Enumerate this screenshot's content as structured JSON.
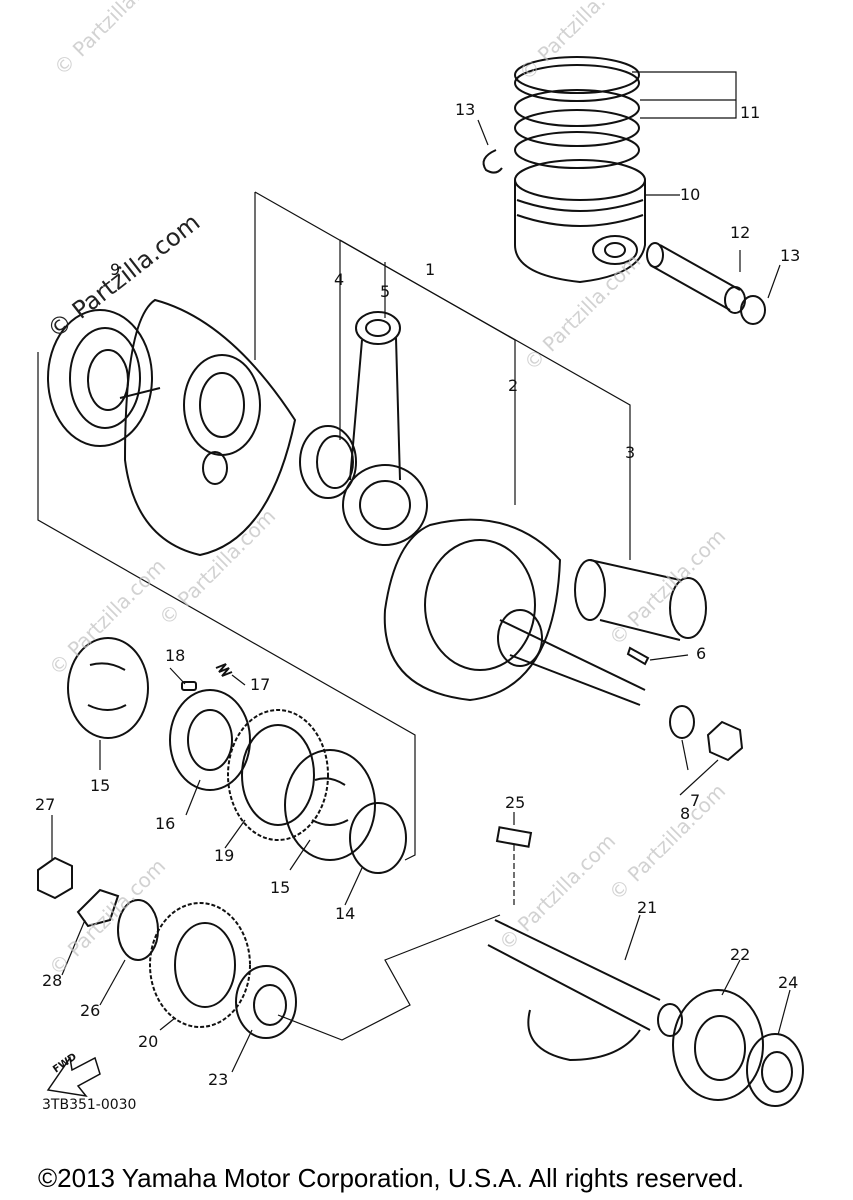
{
  "diagram_code": "3TB351-0030",
  "copyright": "©2013 Yamaha Motor Corporation, U.S.A. All rights reserved.",
  "watermark_main": "© Partzilla.com",
  "watermark_faint": "© Partzilla.com",
  "fwd_label": "FWD",
  "callouts": {
    "c1": "1",
    "c2": "2",
    "c3": "3",
    "c4": "4",
    "c5": "5",
    "c6": "6",
    "c7": "7",
    "c8": "8",
    "c9": "9",
    "c10": "10",
    "c11": "11",
    "c12": "12",
    "c13a": "13",
    "c13b": "13",
    "c14": "14",
    "c15a": "15",
    "c15b": "15",
    "c16": "16",
    "c17": "17",
    "c18": "18",
    "c19": "19",
    "c20": "20",
    "c21": "21",
    "c22": "22",
    "c23": "23",
    "c24": "24",
    "c25": "25",
    "c26": "26",
    "c27": "27",
    "c28": "28"
  },
  "colors": {
    "line": "#111111",
    "watermark": "#bfbfbf"
  }
}
